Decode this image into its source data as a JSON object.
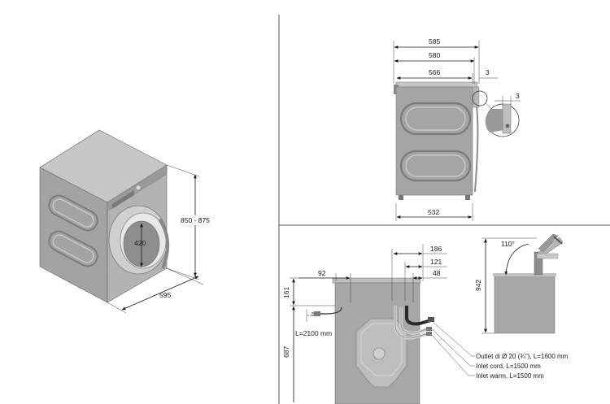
{
  "isometric_view": {
    "height_label": "850 - 875",
    "width_label": "595",
    "door_label": "420"
  },
  "top_view": {
    "dims": [
      "585",
      "580",
      "566",
      "3",
      "3"
    ],
    "base_label": "532"
  },
  "rear_view": {
    "top_dims": [
      "186",
      "121",
      "48"
    ],
    "left_dim": "92",
    "height_upper": "161",
    "height_lower": "687",
    "cord_label": "L=2100 mm",
    "callouts": [
      "Outlet di Ø 20 (¾\"), L=1600 mm",
      "Inlet cord, L=1500 mm",
      "Inlet warm, L=1500 mm"
    ]
  },
  "lid_view": {
    "angle_label": "110°",
    "height_label": "942"
  },
  "colors": {
    "machine_body": "#a9a9a9",
    "machine_top": "#c9c9c9",
    "machine_dark": "#8a8a8a",
    "line": "#1a1a1a"
  }
}
